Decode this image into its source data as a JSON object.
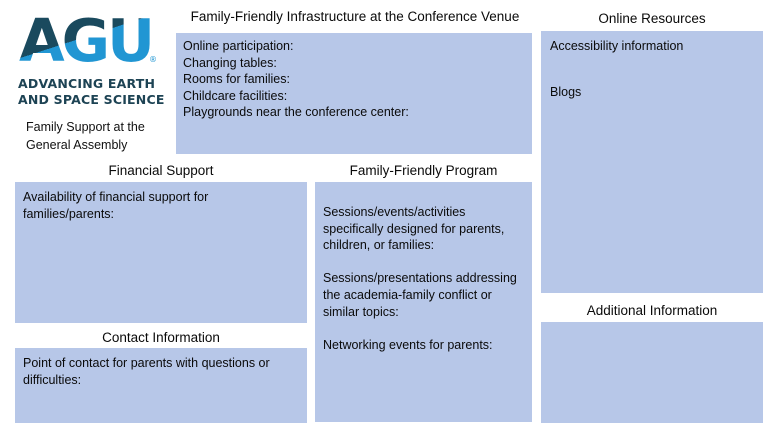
{
  "logo": {
    "acronym": "AGU",
    "registered_mark": "®",
    "tagline": [
      "ADVANCING EARTH",
      "AND SPACE SCIENCE"
    ],
    "subtitle": [
      "Family Support at the",
      "General Assembly"
    ],
    "colors": {
      "dark": "#1a4a5e",
      "light": "#2196d3",
      "tagline": "#1d4354"
    }
  },
  "sections": {
    "infrastructure": {
      "title": "Family-Friendly Infrastructure at the Conference Venue",
      "lines": [
        "Online participation:",
        "Changing tables:",
        "Rooms for families:",
        "Childcare facilities:",
        "Playgrounds near the conference center:"
      ]
    },
    "online_resources": {
      "title": "Online Resources",
      "items": [
        "Accessibility information",
        "Blogs"
      ]
    },
    "financial_support": {
      "title": "Financial Support",
      "lines": [
        "Availability of financial support for",
        "families/parents:"
      ]
    },
    "program": {
      "title": "Family-Friendly Program",
      "paragraphs": [
        [
          "Sessions/events/activities",
          "specifically designed for parents,",
          "children, or families:"
        ],
        [
          "Sessions/presentations addressing",
          "the academia-family conflict or",
          "similar topics:"
        ],
        [
          "Networking events for parents:"
        ]
      ]
    },
    "contact": {
      "title": "Contact Information",
      "lines": [
        "Point of contact for parents with questions or",
        "difficulties:"
      ]
    },
    "additional": {
      "title": "Additional Information"
    }
  },
  "colors": {
    "box_fill": "#b7c7e8",
    "text": "#0a0a0a",
    "background": "#ffffff"
  }
}
